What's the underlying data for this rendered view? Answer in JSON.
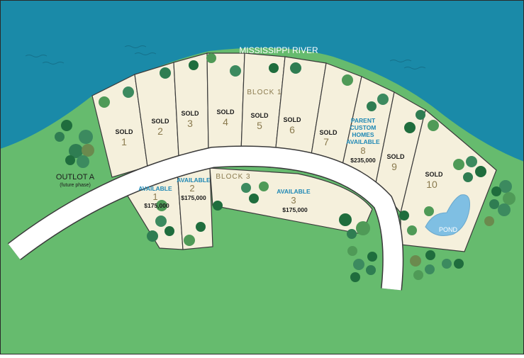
{
  "map": {
    "river_name": "MISSISSIPPI RIVER",
    "block1_label": "BLOCK 1",
    "block3_label": "BLOCK 3",
    "outlot": {
      "name": "OUTLOT A",
      "note": "(future phase)"
    },
    "pond_label": "POND"
  },
  "block1_lots": [
    {
      "status": "SOLD",
      "number": "1"
    },
    {
      "status": "SOLD",
      "number": "2"
    },
    {
      "status": "SOLD",
      "number": "3"
    },
    {
      "status": "SOLD",
      "number": "4"
    },
    {
      "status": "SOLD",
      "number": "5"
    },
    {
      "status": "SOLD",
      "number": "6"
    },
    {
      "status": "SOLD",
      "number": "7"
    },
    {
      "status_lines": [
        "PARENT",
        "CUSTOM",
        "HOMES",
        "AVAILABLE"
      ],
      "number": "8",
      "price": "$235,000"
    },
    {
      "status": "SOLD",
      "number": "9"
    },
    {
      "status": "SOLD",
      "number": "10"
    }
  ],
  "block3_lots": [
    {
      "status": "AVAILABLE",
      "number": "1",
      "price": "$175,000"
    },
    {
      "status": "AVAILABLE",
      "number": "2",
      "price": "$175,000"
    },
    {
      "status": "AVAILABLE",
      "number": "3",
      "price": "$175,000"
    }
  ],
  "colors": {
    "river": "#1a8aa8",
    "land": "#66bb6e",
    "lot": "#f5f0dc",
    "lot_line": "#3a3a3a",
    "number": "#8a7a4e",
    "available": "#1e88b5",
    "pond": "#7fbfe3"
  }
}
